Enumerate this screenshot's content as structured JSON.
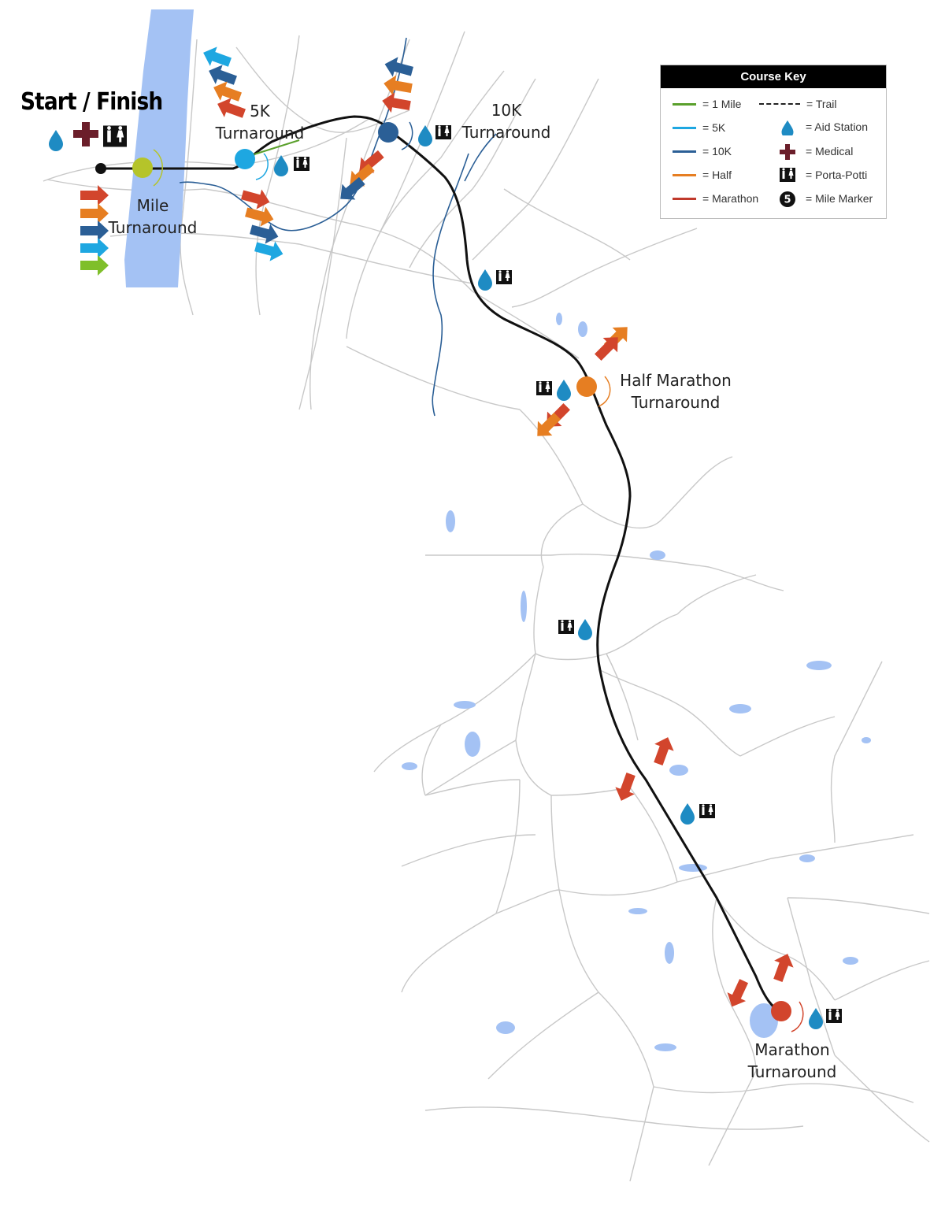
{
  "start": {
    "title": "Start / Finish"
  },
  "labels": {
    "mile": [
      "Mile",
      "Turnaround"
    ],
    "five_k": [
      "5K",
      "Turnaround"
    ],
    "ten_k": [
      "10K",
      "Turnaround"
    ],
    "half": [
      "Half Marathon",
      "Turnaround"
    ],
    "marathon": [
      "Marathon",
      "Turnaround"
    ]
  },
  "key": {
    "title": "Course Key",
    "rows": [
      {
        "label": "= 1 Mile",
        "color": "#5aa02c"
      },
      {
        "label": "= 5K",
        "color": "#1ea7e1"
      },
      {
        "label": "= 10K",
        "color": "#2b5f96"
      },
      {
        "label": "= Half",
        "color": "#e67e22"
      },
      {
        "label": "= Marathon",
        "color": "#c0392b"
      }
    ],
    "symbols": [
      {
        "label": "= Trail",
        "icon": "dashed-line"
      },
      {
        "label": "= Aid Station",
        "icon": "water-drop-icon"
      },
      {
        "label": "= Medical",
        "icon": "medical-cross-icon"
      },
      {
        "label": "= Porta-Potti",
        "icon": "restroom-icon"
      },
      {
        "label": "= Mile Marker",
        "icon": "mile-marker-icon",
        "marker": "5"
      }
    ]
  },
  "colors": {
    "water": "#a4c2f4",
    "road": "#c8c8c8",
    "course": "#111111",
    "mile": "#b5c42a",
    "five_k": "#1ea7e1",
    "ten_k": "#2b5f96",
    "half": "#e67e22",
    "marathon": "#d2452c",
    "aid": "#1e8bc3",
    "medical": "#6b1e2a"
  }
}
